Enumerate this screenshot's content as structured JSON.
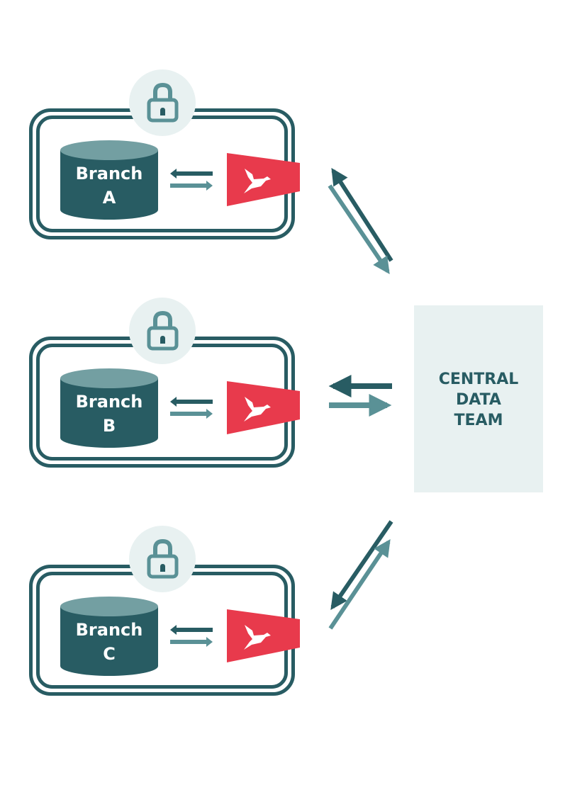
{
  "colors": {
    "dark_teal": "#285c63",
    "mid_teal": "#5a9196",
    "light_teal": "#739fa2",
    "pale_bg": "#e8f1f1",
    "flag_red": "#e83a4c",
    "white": "#ffffff"
  },
  "branches": [
    {
      "name": "branch-a",
      "line1": "Branch",
      "line2": "A",
      "icons": [
        "lock-icon",
        "database-icon",
        "bird-flag-icon"
      ]
    },
    {
      "name": "branch-b",
      "line1": "Branch",
      "line2": "B",
      "icons": [
        "lock-icon",
        "database-icon",
        "bird-flag-icon"
      ]
    },
    {
      "name": "branch-c",
      "line1": "Branch",
      "line2": "C",
      "icons": [
        "lock-icon",
        "database-icon",
        "bird-flag-icon"
      ]
    }
  ],
  "central": {
    "line1": "CENTRAL",
    "line2": "DATA",
    "line3": "TEAM"
  }
}
